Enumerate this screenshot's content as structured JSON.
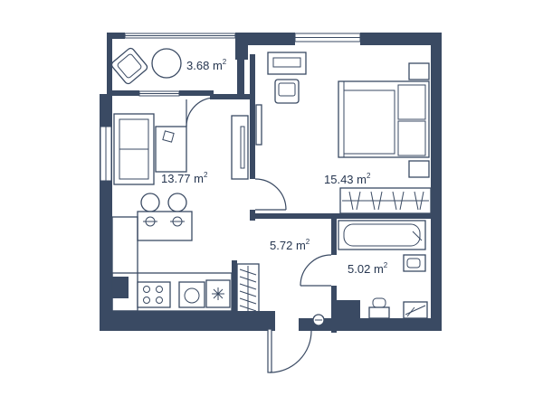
{
  "rooms": [
    {
      "id": "balcony",
      "area": "3.68",
      "unit": "m",
      "exp": "2"
    },
    {
      "id": "living-kitchen",
      "area": "13.77",
      "unit": "m",
      "exp": "2"
    },
    {
      "id": "bedroom",
      "area": "15.43",
      "unit": "m",
      "exp": "2"
    },
    {
      "id": "hallway",
      "area": "5.72",
      "unit": "m",
      "exp": "2"
    },
    {
      "id": "bathroom",
      "area": "5.02",
      "unit": "m",
      "exp": "2"
    }
  ],
  "colors": {
    "wall": "#3a4a63",
    "background": "#ffffff",
    "text": "#263650"
  }
}
